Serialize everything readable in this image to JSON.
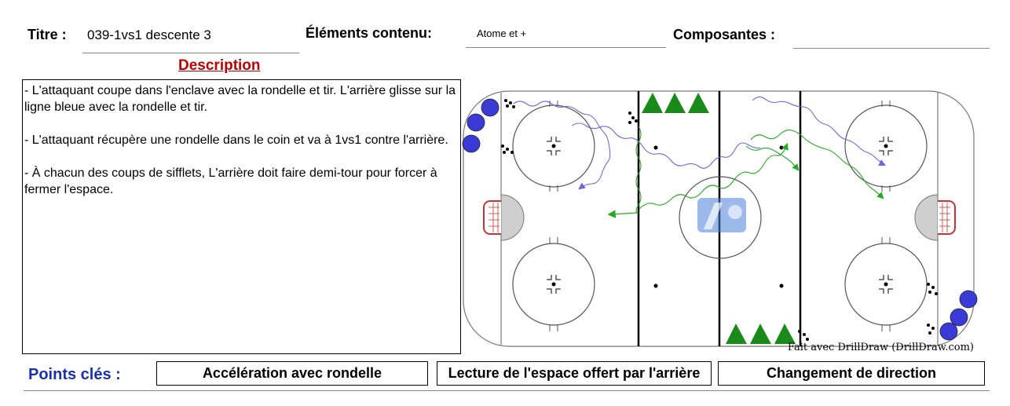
{
  "header": {
    "title_label": "Titre :",
    "title_value": "039-1vs1 descente 3",
    "content_label": "Éléments contenu:",
    "content_value": "Atome et +",
    "components_label": "Composantes :",
    "components_value": ""
  },
  "description": {
    "heading": "Description",
    "paragraphs": [
      "-  L'attaquant coupe dans l'enclave avec la rondelle et tir. L'arrière glisse sur la ligne bleue avec la rondelle et tir.",
      "-  L'attaquant récupère une rondelle dans le coin et va à 1vs1 contre l'arrière.",
      "- À chacun des coups de sifflets, L'arrière doit faire demi-tour pour forcer à fermer l'espace."
    ]
  },
  "diagram": {
    "watermark": "Fait avec DrillDraw (DrillDraw.com)",
    "colors": {
      "player": "#3a3ad6",
      "cone": "#1a8a1a",
      "skate_path": "#6a6ae0",
      "puck_path": "#22aa22",
      "crease": "#cfcfcf",
      "net": "#d03030"
    }
  },
  "key_points": {
    "label": "Points clés :",
    "items": [
      "Accélération avec rondelle",
      "Lecture de l'espace offert par l'arrière",
      "Changement de direction"
    ]
  }
}
